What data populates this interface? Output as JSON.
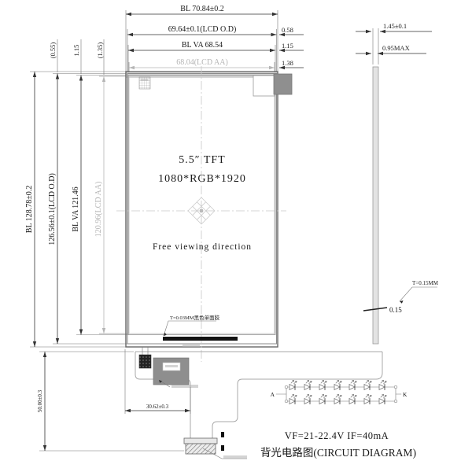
{
  "front_view": {
    "size": "5.5″ TFT",
    "resolution": "1080*RGB*1920",
    "viewing_direction": "Free viewing direction",
    "tape_note": "T=0.03MM黑色单面胶"
  },
  "top_dims": {
    "bl": "BL 70.84±0.2",
    "lcd_od": "69.64±0.1(LCD O.D)",
    "bl_va": "BL VA 68.54",
    "lcd_aa": "68.04(LCD AA)",
    "offset_od": "0.58",
    "offset_va": "1.15",
    "offset_aa": "1.38"
  },
  "left_dims": {
    "bl": "BL 128.78±0.2",
    "lcd_od": "126.56±0.1(LCD O.D)",
    "bl_va": "BL VA 121.46",
    "lcd_aa": "120.96(LCD AA)",
    "offset_od": "(0.55)",
    "offset_va": "1.15",
    "offset_aa": "(1.35)"
  },
  "bottom_dims": {
    "fpc_offset": "30.62±0.3",
    "fpc_length": "50.00±0.3"
  },
  "side_view": {
    "total_thickness": "1.45±0.1",
    "panel_thickness": "0.95MAX",
    "tape_note": "T=0.15MM",
    "tape_thickness": "0.15"
  },
  "circuit": {
    "anode": "A",
    "cathode": "K",
    "spec": "VF=21-22.4V  IF=40mA",
    "caption": "背光电路图(CIRCUIT DIAGRAM)",
    "branches": 2,
    "leds_per_branch": 7
  }
}
